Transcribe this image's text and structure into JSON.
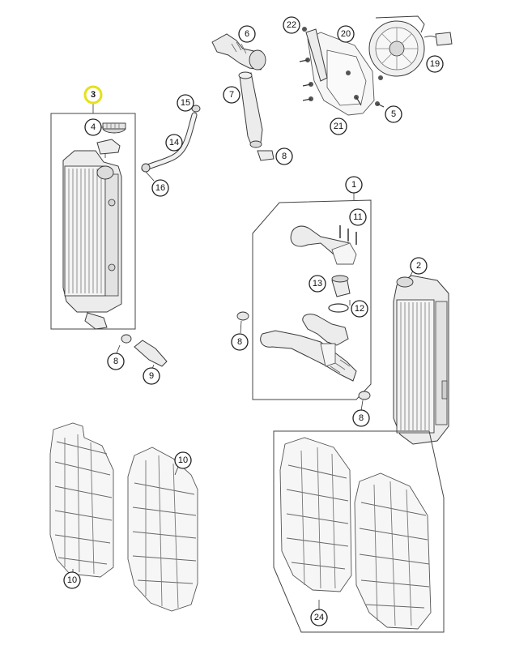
{
  "colors": {
    "highlight": "#e6e019",
    "line": "#333333",
    "part_fill": "#ececec",
    "background": "#ffffff"
  },
  "callouts": {
    "c3": "3",
    "c4": "4",
    "c15": "15",
    "c14": "14",
    "c16": "16",
    "c6": "6",
    "c7": "7",
    "c8a": "8",
    "c22": "22",
    "c20": "20",
    "c19": "19",
    "c21": "21",
    "c5": "5",
    "c1": "1",
    "c11": "11",
    "c13": "13",
    "c12": "12",
    "c8b": "8",
    "c2": "2",
    "c8c": "8",
    "c8d": "8",
    "c9": "9",
    "c10a": "10",
    "c10b": "10",
    "c24": "24"
  },
  "highlighted_callout": "3"
}
